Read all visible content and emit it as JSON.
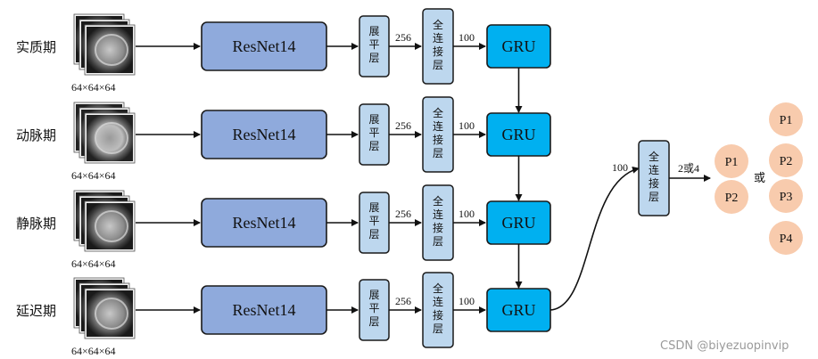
{
  "rows": [
    {
      "phase": "实质期",
      "dims": "64×64×64",
      "resnet": "ResNet14",
      "flatten": "展平层",
      "n1": "256",
      "fc": "全连接层",
      "n2": "100",
      "gru": "GRU"
    },
    {
      "phase": "动脉期",
      "dims": "64×64×64",
      "resnet": "ResNet14",
      "flatten": "展平层",
      "n1": "256",
      "fc": "全连接层",
      "n2": "100",
      "gru": "GRU"
    },
    {
      "phase": "静脉期",
      "dims": "64×64×64",
      "resnet": "ResNet14",
      "flatten": "展平层",
      "n1": "256",
      "fc": "全连接层",
      "n2": "100",
      "gru": "GRU"
    },
    {
      "phase": "延迟期",
      "dims": "64×64×64",
      "resnet": "ResNet14",
      "flatten": "展平层",
      "n1": "256",
      "fc": "全连接层",
      "n2": "100",
      "gru": "GRU"
    }
  ],
  "final_fc": {
    "input": "100",
    "label": "全连接层",
    "output": "2或4"
  },
  "outputs_two": [
    "P1",
    "P2"
  ],
  "or_word": "或",
  "outputs_four": [
    "P1",
    "P2",
    "P3",
    "P4"
  ],
  "watermark": "CSDN @biyezuopinvip",
  "colors": {
    "resnet": "#8faadc",
    "small_box": "#bdd7ee",
    "gru": "#00b0f0",
    "circle": "#f8cbad",
    "stroke": "#1a1a1a"
  }
}
